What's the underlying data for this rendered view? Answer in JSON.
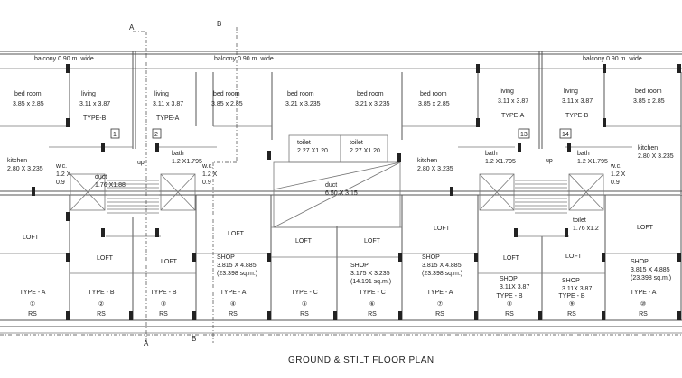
{
  "title": "GROUND & STILT FLOOR PLAN",
  "section_marks": {
    "a_top": "A",
    "a_bottom": "A",
    "b_top": "B",
    "b_bottom": "B"
  },
  "upper_floor": {
    "balconies": [
      "balcony 0.90 m. wide",
      "balcony 0.90 m. wide",
      "balcony 0.90 m. wide"
    ],
    "rooms": [
      {
        "name": "bed room",
        "size": "3.85 x 2.85"
      },
      {
        "name": "living",
        "size": "3.11 x 3.87",
        "type": "TYPE-B"
      },
      {
        "name": "living",
        "size": "3.11 x 3.87",
        "type": "TYPE-A"
      },
      {
        "name": "bed room",
        "size": "3.85 x 2.85"
      },
      {
        "name": "bed room",
        "size": "3.21 x 3.235"
      },
      {
        "name": "bed room",
        "size": "3.21 x 3.235"
      },
      {
        "name": "bed room",
        "size": "3.85 x 2.85"
      },
      {
        "name": "living",
        "size": "3.11 x 3.87",
        "type": "TYPE-A"
      },
      {
        "name": "living",
        "size": "3.11 x 3.87",
        "type": "TYPE-B"
      },
      {
        "name": "bed room",
        "size": "3.85 x 2.85"
      }
    ],
    "unit_numbers": [
      "1",
      "2",
      "13",
      "14"
    ],
    "services": [
      {
        "name": "kitchen",
        "size": "2.80 X 3.235"
      },
      {
        "name": "w.c.",
        "size": "1.2 X",
        "size2": "0.9"
      },
      {
        "name": "duct",
        "size": "1.76 X1.88"
      },
      {
        "name": "bath",
        "size": "1.2 X1.795"
      },
      {
        "name": "w.c.",
        "size": "1.2 X",
        "size2": "0.9"
      },
      {
        "name": "toilet",
        "size": "2.27 X1.20"
      },
      {
        "name": "toilet",
        "size": "2.27 X1.20"
      },
      {
        "name": "duct",
        "size": "6.50 X 3.15"
      },
      {
        "name": "kitchen",
        "size": "2.80 X 3.235"
      },
      {
        "name": "bath",
        "size": "1.2 X1.795"
      },
      {
        "name": "bath",
        "size": "1.2 X1.795"
      },
      {
        "name": "w.c.",
        "size": "1.2 X",
        "size2": "0.9"
      },
      {
        "name": "kitchen",
        "size": "2.80 X 3.235"
      }
    ],
    "stairs": [
      "up",
      "up"
    ]
  },
  "ground_floor": {
    "lofts": [
      "LOFT",
      "LOFT",
      "LOFT",
      "LOFT",
      "LOFT",
      "LOFT",
      "LOFT",
      "LOFT",
      "LOFT",
      "LOFT"
    ],
    "toilet": {
      "name": "toilet",
      "size": "1.76 x1.2"
    },
    "shops": [
      {
        "name": "SHOP",
        "size": "3.815 X 4.885",
        "area": "(23.398 sq.m.)"
      },
      {
        "name": "SHOP",
        "size": "3.175 X 3.235",
        "area": "(14.191 sq.m.)"
      },
      {
        "name": "SHOP",
        "size": "3.815 X 4.885",
        "area": "(23.398 sq.m.)"
      },
      {
        "name": "SHOP",
        "size": "3.11X 3.87"
      },
      {
        "name": "SHOP",
        "size": "3.11X 3.87"
      },
      {
        "name": "SHOP",
        "size": "3.815 X 4.885",
        "area": "(23.398 sq.m.)"
      }
    ],
    "units": [
      {
        "type": "TYPE - A",
        "num": "①",
        "label": "RS"
      },
      {
        "type": "TYPE - B",
        "num": "②",
        "label": "RS"
      },
      {
        "type": "TYPE - B",
        "num": "③",
        "label": "RS"
      },
      {
        "type": "TYPE - A",
        "num": "④",
        "label": "RS"
      },
      {
        "type": "TYPE - C",
        "num": "⑤",
        "label": "RS"
      },
      {
        "type": "TYPE - C",
        "num": "⑥",
        "label": "RS"
      },
      {
        "type": "TYPE - A",
        "num": "⑦",
        "label": "RS"
      },
      {
        "type": "TYPE - B",
        "num": "⑧",
        "label": "RS"
      },
      {
        "type": "TYPE - B",
        "num": "⑨",
        "label": "RS"
      },
      {
        "type": "TYPE - A",
        "num": "⑩",
        "label": "RS"
      }
    ]
  }
}
